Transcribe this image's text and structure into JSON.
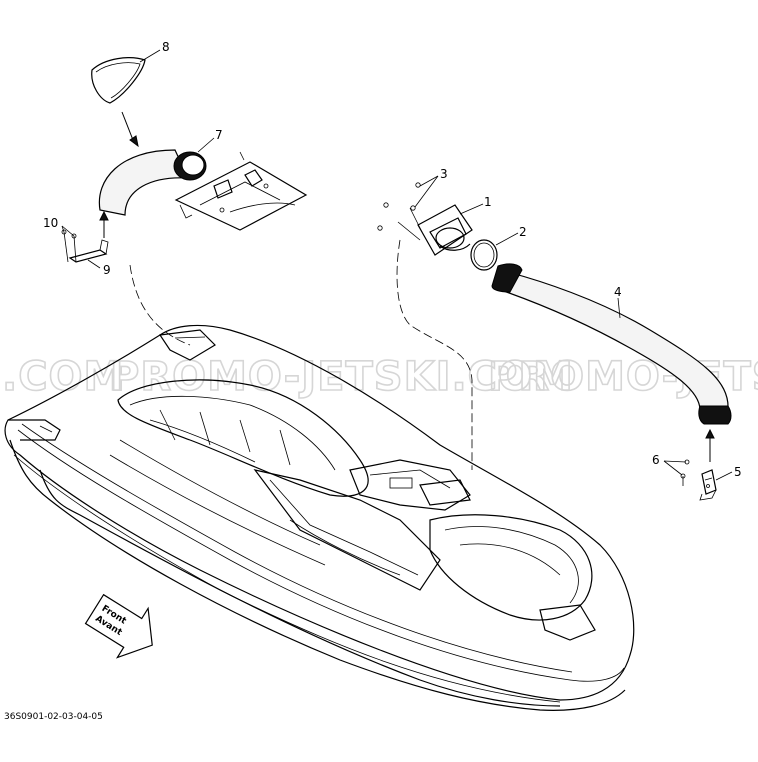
{
  "callouts": [
    {
      "id": "1",
      "label": "1"
    },
    {
      "id": "2",
      "label": "2"
    },
    {
      "id": "3",
      "label": "3"
    },
    {
      "id": "4",
      "label": "4"
    },
    {
      "id": "5",
      "label": "5"
    },
    {
      "id": "6",
      "label": "6"
    },
    {
      "id": "7",
      "label": "7"
    },
    {
      "id": "8",
      "label": "8"
    },
    {
      "id": "9",
      "label": "9"
    },
    {
      "id": "10",
      "label": "10"
    }
  ],
  "watermark": {
    "left": ".COM",
    "center": "PROMO-JETSKI.COM",
    "right": "PROMO-JETSKI"
  },
  "front_sign": {
    "line1": "Front",
    "line2": "Avant"
  },
  "document_code": "36S0901-02-03-04-05"
}
